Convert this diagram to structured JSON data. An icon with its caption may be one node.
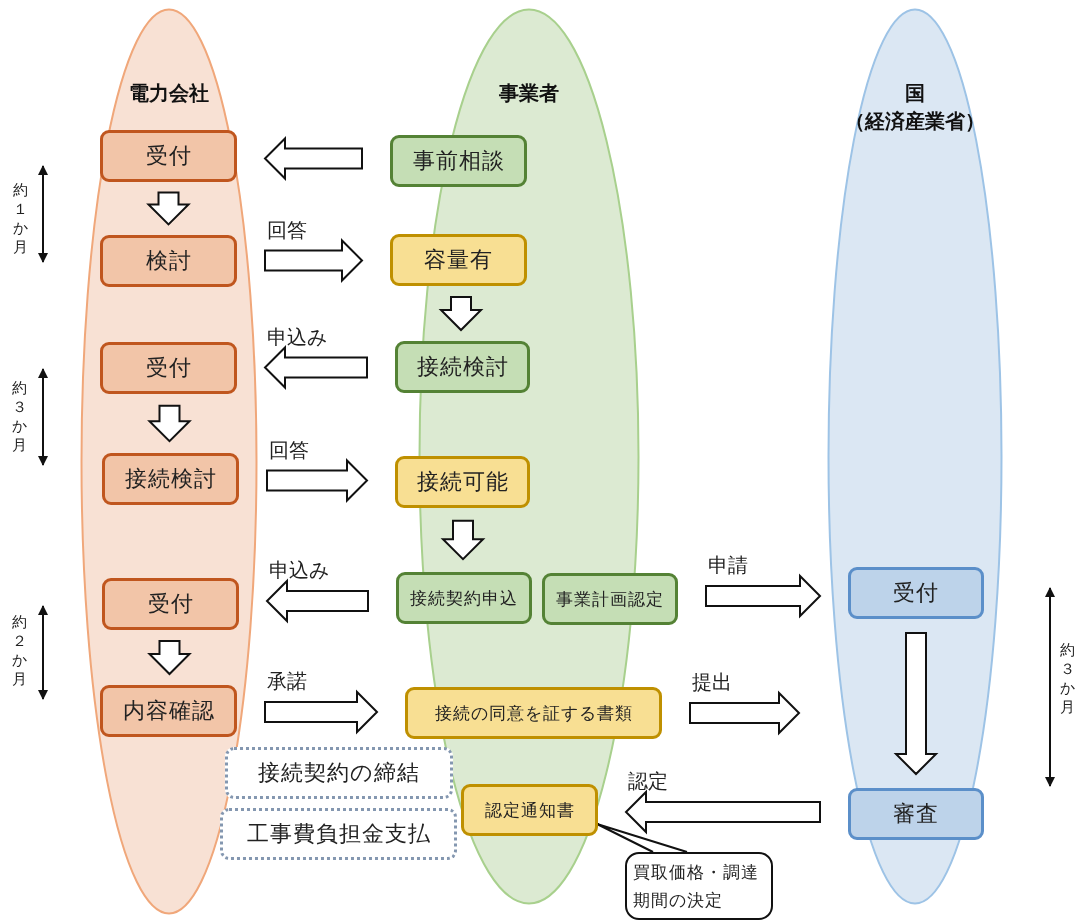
{
  "diagram": {
    "nodes": [
      {
        "text": [
          "電力会社"
        ]
      },
      {
        "text": [
          "事業者"
        ]
      },
      {
        "text": [
          "国",
          "（経済産業省）"
        ]
      },
      {
        "text": [
          "受付"
        ],
        "in": 0
      },
      {
        "text": [
          "検討"
        ],
        "in": 0
      },
      {
        "text": [
          "受付"
        ],
        "in": 0
      },
      {
        "text": [
          "接続検討"
        ],
        "in": 0
      },
      {
        "text": [
          "受付"
        ],
        "in": 0
      },
      {
        "text": [
          "内容確認"
        ],
        "in": 0
      },
      {
        "text": [
          "事前相談"
        ],
        "in": 1
      },
      {
        "text": [
          "容量有"
        ],
        "in": 1
      },
      {
        "text": [
          "接続検討"
        ],
        "in": 1
      },
      {
        "text": [
          "接続可能"
        ],
        "in": 1
      },
      {
        "text": [
          "接続契約申込"
        ],
        "in": 1
      },
      {
        "text": [
          "事業計画認定"
        ]
      },
      {
        "text": [
          "接続の同意を証する書類"
        ]
      },
      {
        "text": [
          "認定通知書"
        ],
        "in": 1
      },
      {
        "text": [
          "受付"
        ],
        "in": 2
      },
      {
        "text": [
          "審査"
        ],
        "in": 2
      },
      {
        "text": [
          "接続契約の締結"
        ]
      },
      {
        "text": [
          "工事費負担金支払"
        ]
      },
      {
        "text": [
          "買取価格・調達期間の決定"
        ]
      }
    ],
    "edges": [
      {
        "from": 9,
        "to": 3,
        "arrow": "to"
      },
      {
        "from": 3,
        "to": 4,
        "arrow": "to"
      },
      {
        "from": 4,
        "to": 10,
        "arrow": "to",
        "label": "回答"
      },
      {
        "from": 10,
        "to": 11,
        "arrow": "to"
      },
      {
        "from": 11,
        "to": 5,
        "arrow": "to",
        "label": "申込み"
      },
      {
        "from": 5,
        "to": 6,
        "arrow": "to"
      },
      {
        "from": 6,
        "to": 12,
        "arrow": "to",
        "label": "回答"
      },
      {
        "from": 12,
        "to": 13,
        "arrow": "to"
      },
      {
        "from": 13,
        "to": 7,
        "arrow": "to",
        "label": "申込み"
      },
      {
        "from": 7,
        "to": 8,
        "arrow": "to"
      },
      {
        "from": 8,
        "to": 15,
        "arrow": "to",
        "label": "承諾"
      },
      {
        "from": 14,
        "to": 17,
        "arrow": "to",
        "label": "申請"
      },
      {
        "from": 15,
        "to": 2,
        "arrow": "to",
        "label": "提出"
      },
      {
        "from": 17,
        "to": 18,
        "arrow": "to"
      },
      {
        "from": 18,
        "to": 16,
        "arrow": "to",
        "label": "認定"
      },
      {
        "from": 21,
        "to": 16,
        "arrow": "none"
      }
    ],
    "labels": [
      "約１か月",
      "約３か月",
      "約２か月",
      "約３か月"
    ]
  }
}
